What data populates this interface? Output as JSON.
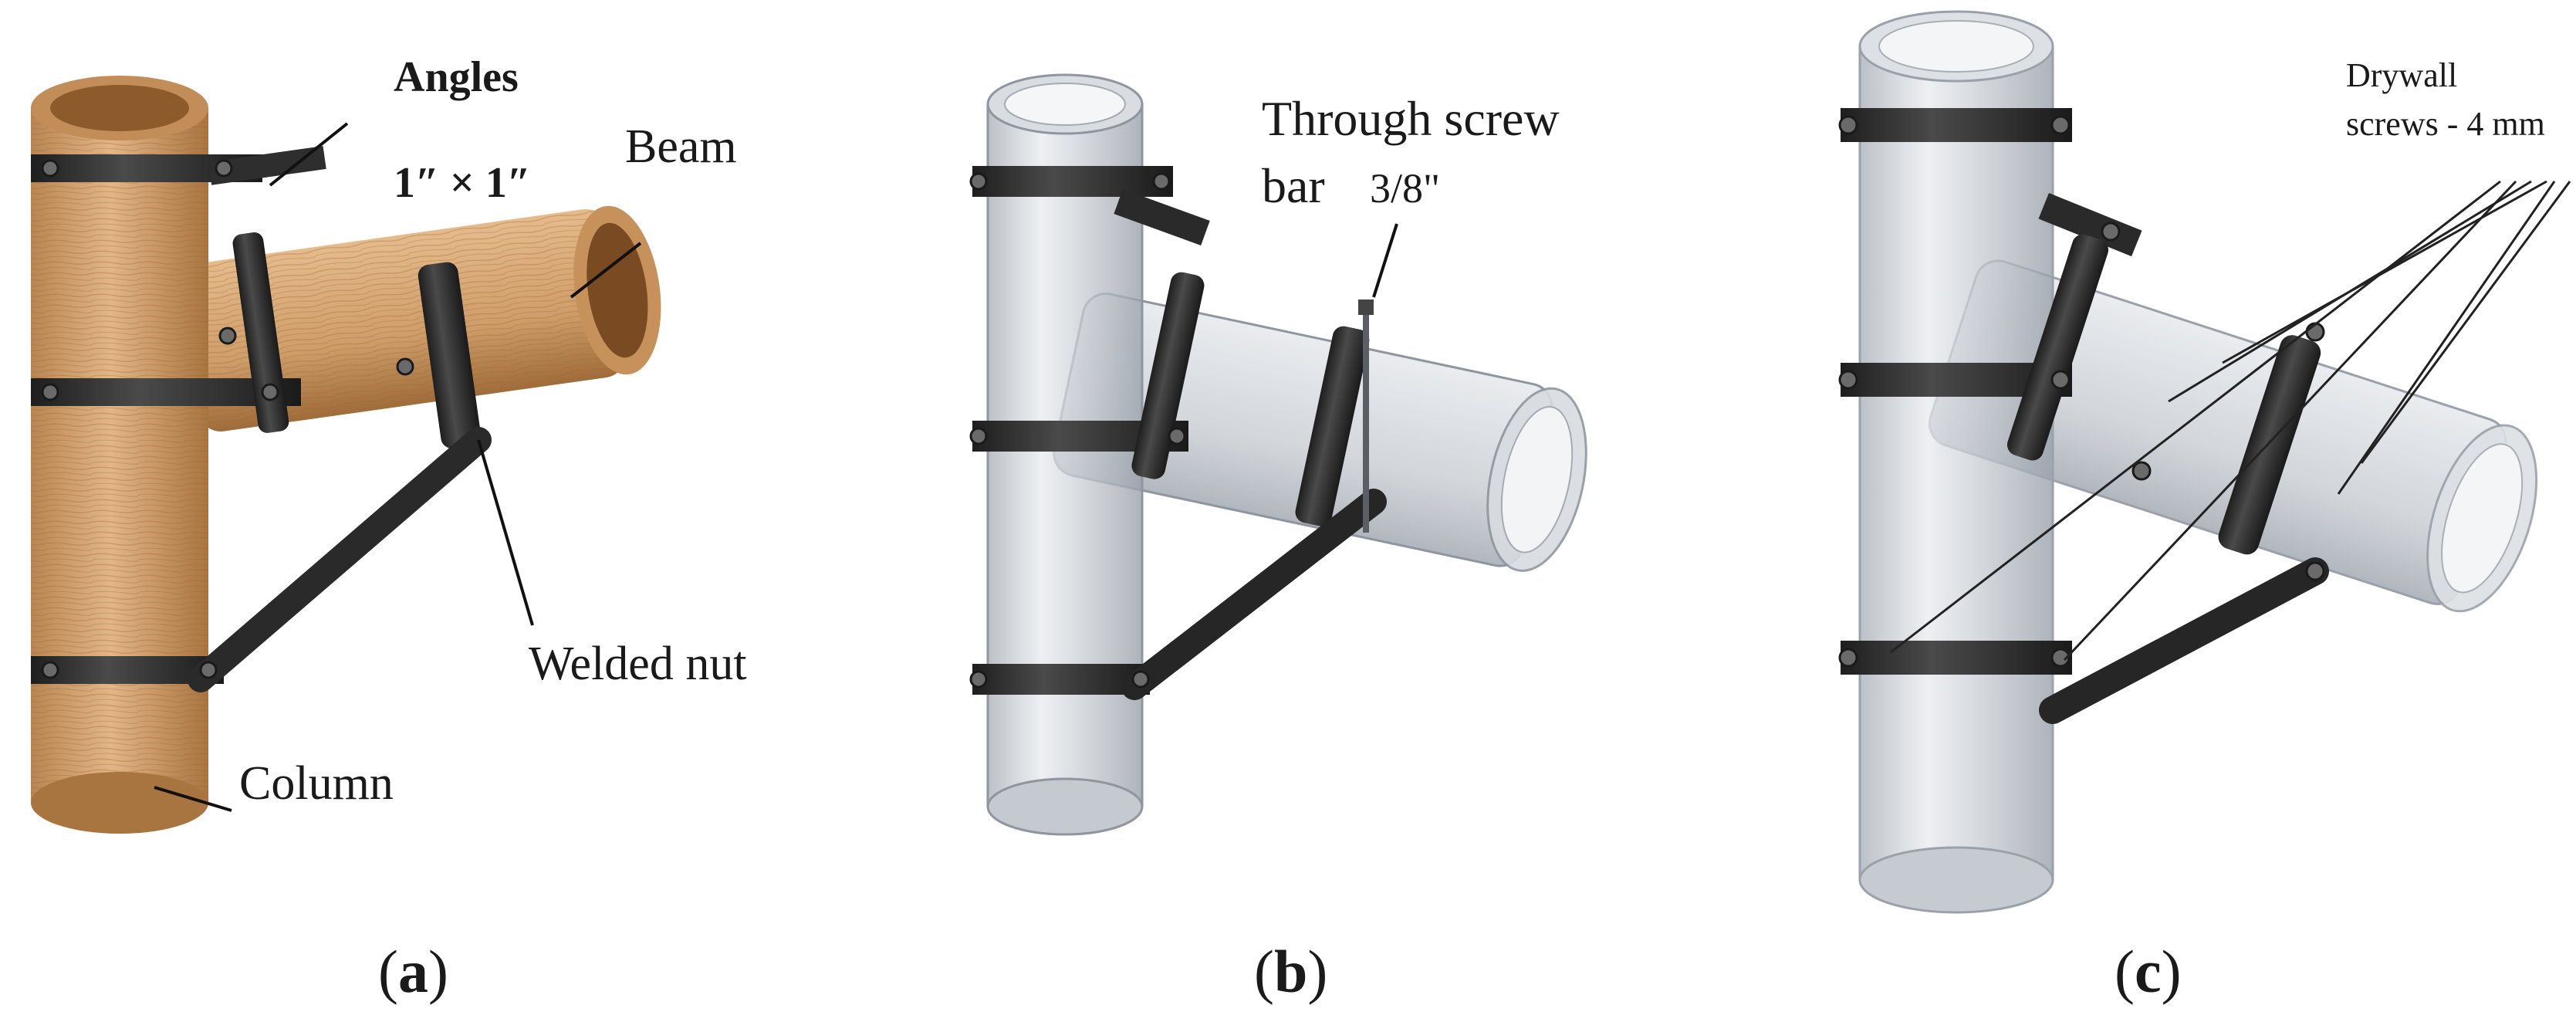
{
  "panels": [
    {
      "id": "a",
      "caption_letter": "a",
      "labels": {
        "angles": "Angles",
        "angles_size": "1″ × 1″",
        "beam": "Beam",
        "welded_nut": "Welded nut",
        "column": "Column"
      },
      "colors": {
        "tube": "#d9a877",
        "tube_dark": "#b98652",
        "band": "#3a3a3a"
      }
    },
    {
      "id": "b",
      "caption_letter": "b",
      "labels": {
        "through_screw": "Through screw",
        "bar": "bar",
        "bar_size": "3/8\""
      },
      "colors": {
        "tube": "#c9ced6",
        "tube_dark": "#9aa1ab",
        "band": "#2f2f2f"
      }
    },
    {
      "id": "c",
      "caption_letter": "c",
      "labels": {
        "drywall": "Drywall",
        "screws": "screws - 4 mm"
      },
      "colors": {
        "tube": "#cfd3d8",
        "tube_dark": "#a7adb4",
        "band": "#2c2c2c"
      }
    }
  ]
}
